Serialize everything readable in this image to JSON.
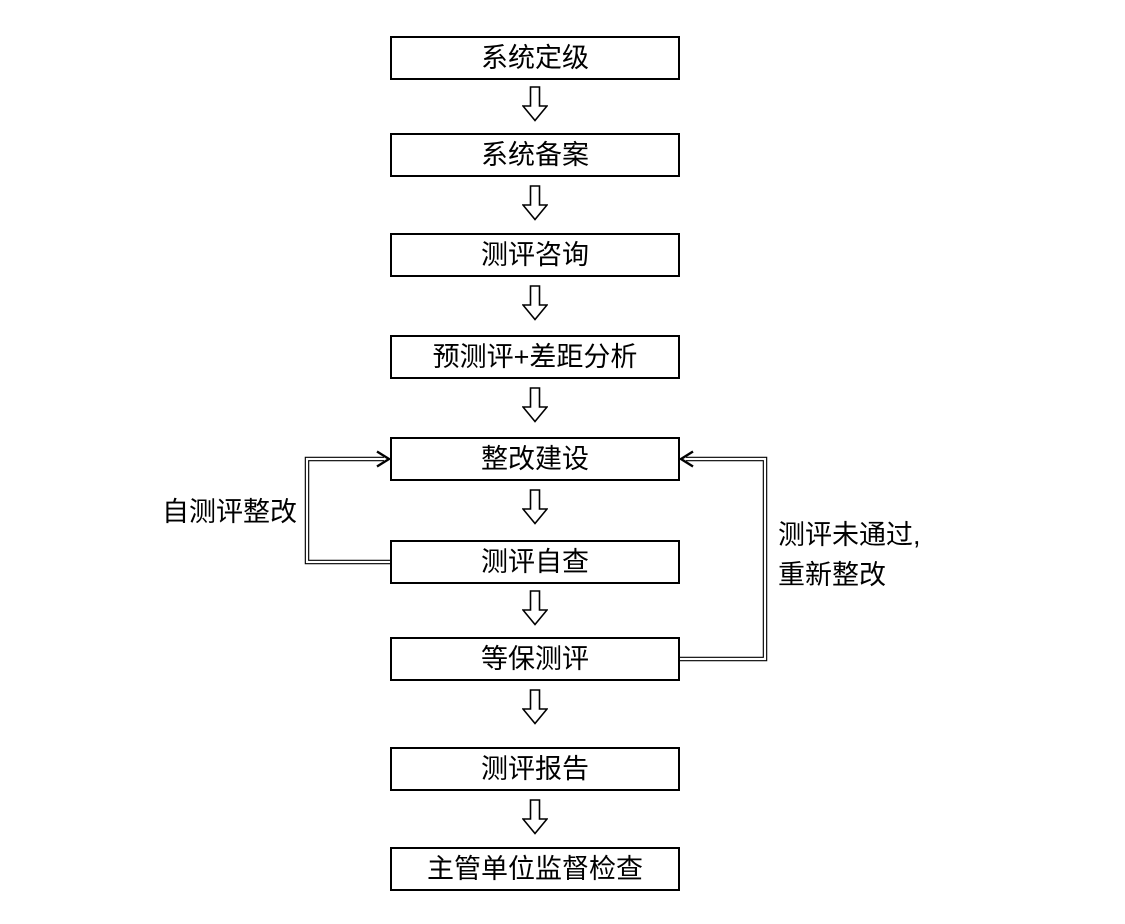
{
  "diagram": {
    "type": "flowchart",
    "direction": "top-to-bottom",
    "steps": [
      {
        "label": "系统定级"
      },
      {
        "label": "系统备案"
      },
      {
        "label": "测评咨询"
      },
      {
        "label": "预测评+差距分析"
      },
      {
        "label": "整改建设"
      },
      {
        "label": "测评自查"
      },
      {
        "label": "等保测评"
      },
      {
        "label": "测评报告"
      },
      {
        "label": "主管单位监督检查"
      }
    ],
    "loops": [
      {
        "label": "自测评整改",
        "from": "测评自查",
        "to": "整改建设",
        "side": "left"
      },
      {
        "label_line1": "测评未通过,",
        "label_line2": "重新整改",
        "from": "等保测评",
        "to": "整改建设",
        "side": "right"
      }
    ],
    "colors": {
      "background": "#ffffff",
      "box_fill": "#ffffff",
      "box_border": "#000000",
      "text": "#000000",
      "connector": "#000000"
    }
  }
}
